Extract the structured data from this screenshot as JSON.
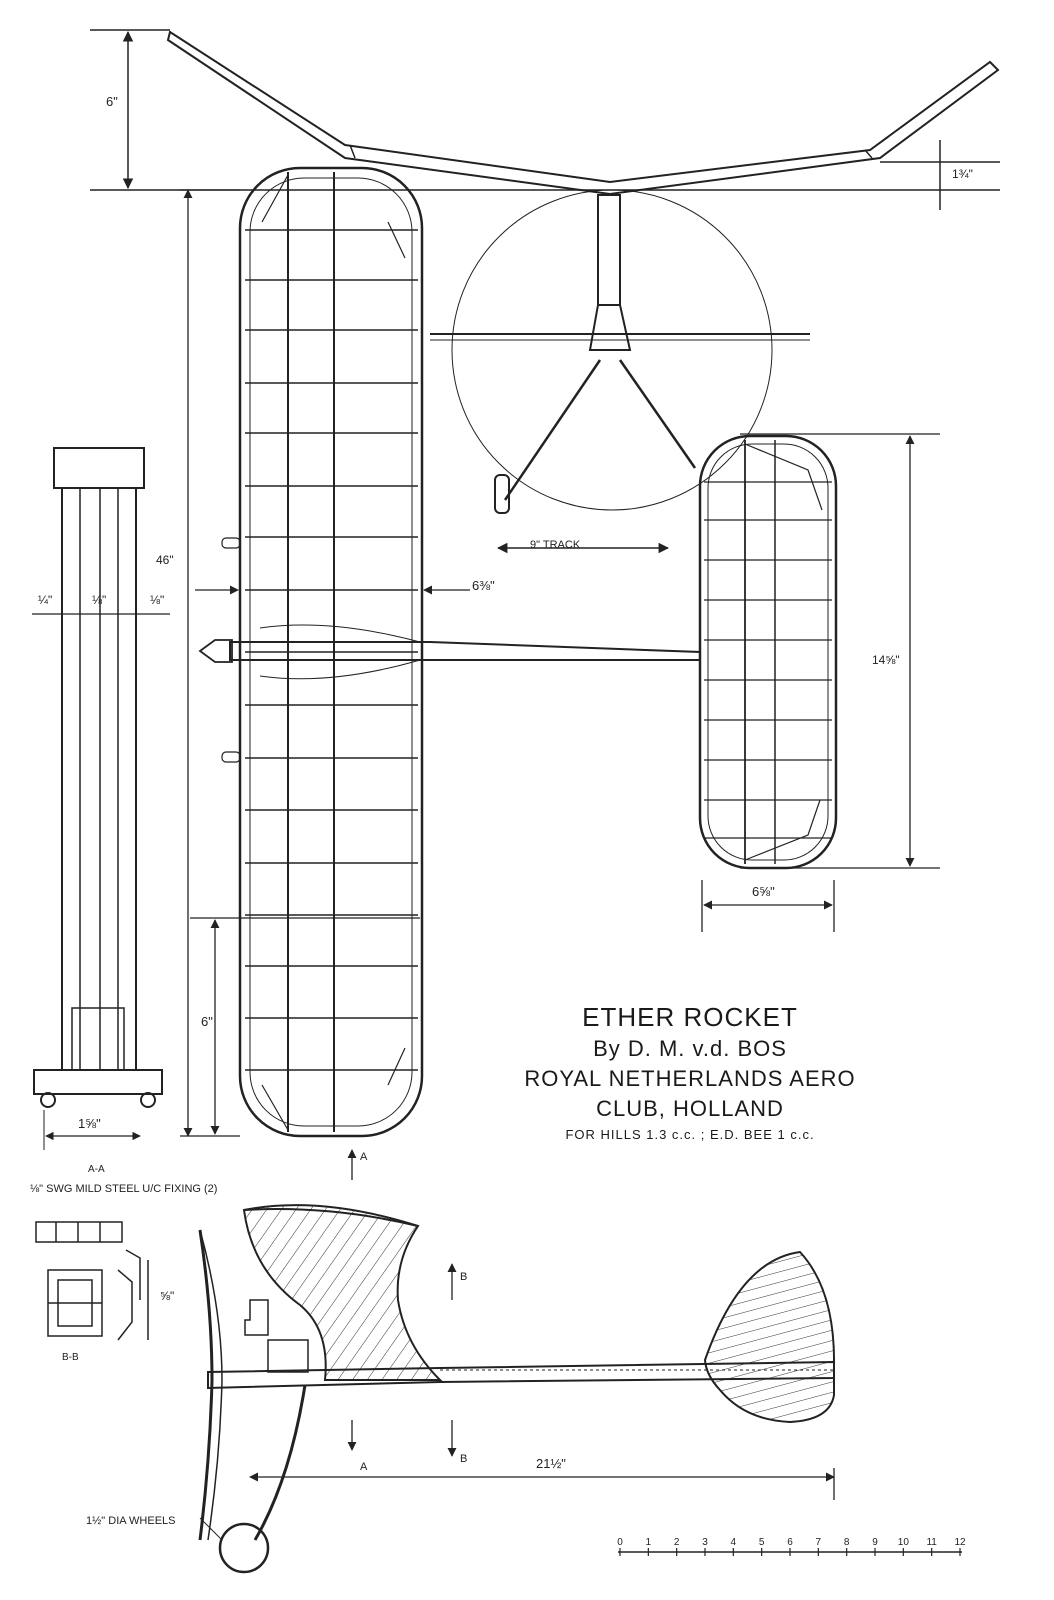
{
  "title_block": {
    "title": "ETHER ROCKET",
    "byline": "By D. M. v.d. BOS",
    "club": "ROYAL NETHERLANDS AERO",
    "club_2": "CLUB, HOLLAND",
    "engines": "FOR HILLS 1.3 c.c. ; E.D. BEE 1 c.c."
  },
  "dimensions": {
    "dihedral_height": "6\"",
    "tip_dihedral": "1¾\"",
    "wing_span": "46\"",
    "wing_chord": "6⅜\"",
    "track": "9\" TRACK",
    "tail_span": "14⅝\"",
    "tail_chord": "6⅝\"",
    "wing_inner_section": "6\"",
    "gear_width": "1⅝\"",
    "strip_w1": "¼\"",
    "strip_w2": "⅛\"",
    "strip_w3": "⅛\"",
    "fuselage_length": "21½\"",
    "wheels": "1½\" DIA WHEELS",
    "mount_h": "⅝\""
  },
  "notes": {
    "wire_note": "⅛\" SWG MILD STEEL U/C FIXING (2)",
    "section_aa": "A-A",
    "section_bb": "B-B"
  },
  "section_markers": {
    "a": "A",
    "b": "B"
  },
  "scale_bar": {
    "ticks": [
      "0",
      "1",
      "2",
      "3",
      "4",
      "5",
      "6",
      "7",
      "8",
      "9",
      "10",
      "11",
      "12"
    ]
  }
}
